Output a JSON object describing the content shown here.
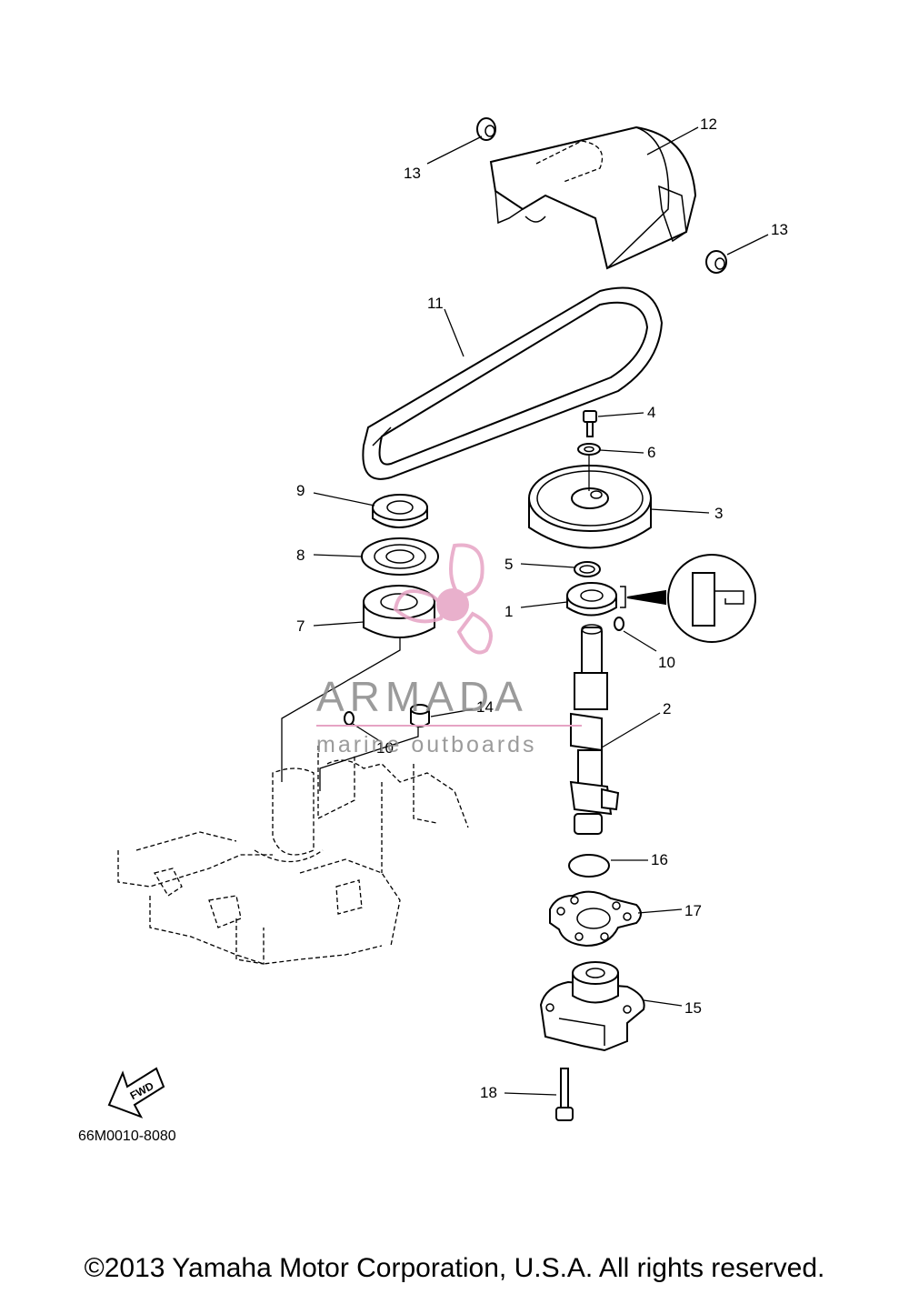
{
  "diagram_code": "66M0010-8080",
  "copyright": "©2013 Yamaha Motor Corporation, U.S.A. All rights reserved.",
  "fwd_label": "FWD",
  "watermark": {
    "brand": "ARMADA",
    "tagline": "marine outboards",
    "accent_color": "#e6a3c4"
  },
  "callouts": {
    "c1": "1",
    "c2": "2",
    "c3": "3",
    "c4": "4",
    "c5": "5",
    "c6": "6",
    "c7": "7",
    "c8": "8",
    "c9": "9",
    "c10a": "10",
    "c10b": "10",
    "c11": "11",
    "c12": "12",
    "c13a": "13",
    "c13b": "13",
    "c14": "14",
    "c15": "15",
    "c16": "16",
    "c17": "17",
    "c18": "18"
  }
}
